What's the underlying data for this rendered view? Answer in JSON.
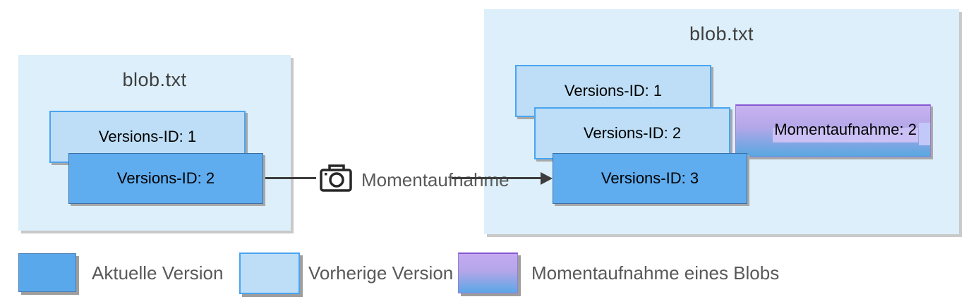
{
  "left_blob": {
    "title": "blob.txt",
    "versions": [
      {
        "label": "Versions-ID: 1",
        "state": "previous"
      },
      {
        "label": "Versions-ID: 2",
        "state": "current"
      }
    ]
  },
  "snapshot_arrow": {
    "label": "Momentaufnahme",
    "icon": "camera-icon"
  },
  "right_blob": {
    "title": "blob.txt",
    "versions": [
      {
        "label": "Versions-ID: 1",
        "state": "previous"
      },
      {
        "label": "Versions-ID: 2",
        "state": "previous"
      },
      {
        "label": "Versions-ID: 3",
        "state": "current"
      }
    ],
    "snapshot": {
      "label": "Momentaufnahme: 2"
    }
  },
  "legend": {
    "items": [
      {
        "label": "Aktuelle Version",
        "swatch": "current"
      },
      {
        "label": "Vorherige Version",
        "swatch": "previous"
      },
      {
        "label": "Momentaufnahme eines Blobs",
        "swatch": "snapshot"
      }
    ]
  },
  "colors": {
    "current_version": "#5FACEE",
    "previous_version": "#BDDEF6",
    "snapshot_gradient_top": "#C9B2F1",
    "snapshot_gradient_bottom": "#57A7E0",
    "panel_background": "#DCEFFA",
    "label_gray": "#595959"
  }
}
